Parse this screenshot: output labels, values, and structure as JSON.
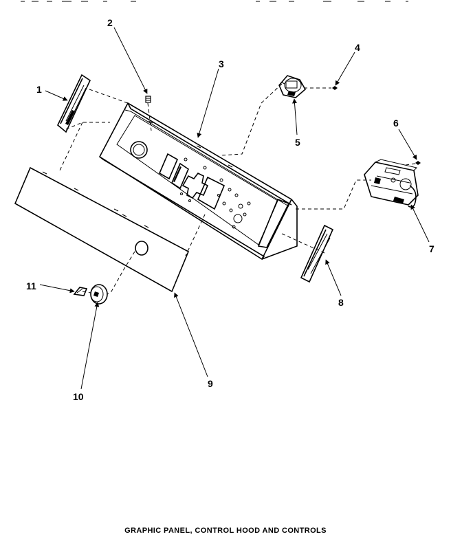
{
  "caption": "GRAPHIC PANEL, CONTROL HOOD AND CONTROLS",
  "callouts": [
    "1",
    "2",
    "3",
    "4",
    "5",
    "6",
    "7",
    "8",
    "9",
    "10",
    "11"
  ],
  "colors": {
    "ink": "#000000",
    "paper": "#ffffff"
  }
}
